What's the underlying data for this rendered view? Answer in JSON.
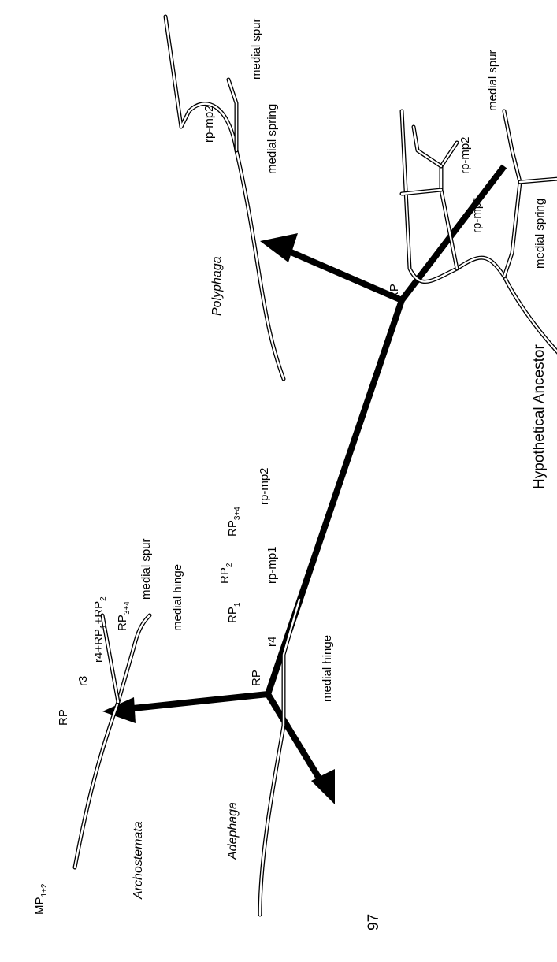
{
  "figure_number": "97",
  "taxa": {
    "polyphaga": "Polyphaga",
    "archostemata": "Archostemata",
    "adephaga": "Adephaga",
    "ancestor": "Hypothetical Ancestor"
  },
  "labels": {
    "rp": "RP",
    "rp1": "RP",
    "rp1_sub": "1",
    "rp2": "RP",
    "rp2_sub": "2",
    "rp34": "RP",
    "rp34_sub": "3+4",
    "r3": "r3",
    "r4": "r4",
    "r4_combo_a": "r4+RP",
    "r4_combo_sub1": "1",
    "r4_combo_b": "+RP",
    "r4_combo_sub2": "2",
    "rp_mp1": "rp-mp1",
    "rp_mp2": "rp-mp2",
    "mp12": "MP",
    "mp12_sub": "1+2",
    "medial_spur": "medial spur",
    "medial_spring": "medial spring",
    "medial_hinge": "medial hinge"
  }
}
